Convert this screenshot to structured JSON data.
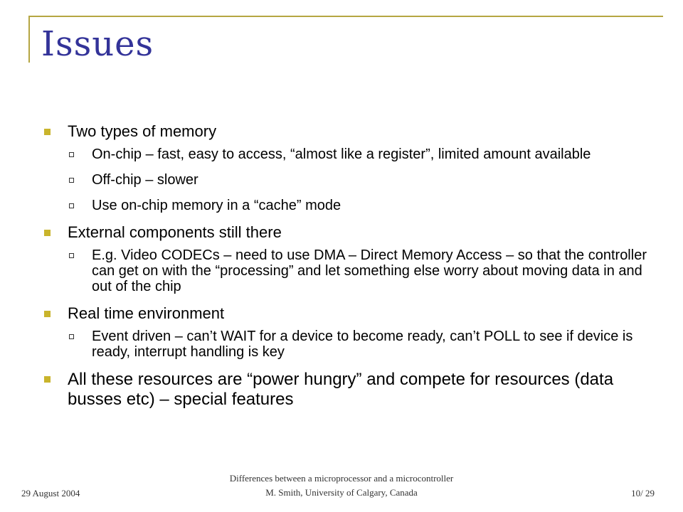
{
  "slide": {
    "title": "Issues",
    "bullets": [
      {
        "text": "Two types of memory",
        "sub": [
          "On-chip – fast, easy to access, “almost like a register”, limited amount available",
          "Off-chip – slower",
          "Use on-chip memory in a “cache” mode"
        ]
      },
      {
        "text": "External components still there",
        "sub": [
          "E.g. Video CODECs – need to use DMA – Direct Memory Access – so that the controller can get on with the “processing” and let something else worry about moving data in and out of the chip"
        ]
      },
      {
        "text": "Real time environment",
        "sub": [
          "Event driven – can’t WAIT for a device to become ready, can’t POLL to see if device is ready, interrupt handling is key"
        ]
      },
      {
        "text": "All these resources are “power hungry” and compete for resources (data busses etc) – special features",
        "sub": []
      }
    ]
  },
  "footer": {
    "date": "29 August 2004",
    "line1": "Differences between a microprocessor and a microcontroller",
    "line2": "M. Smith, University of Calgary, Canada",
    "page": "10/ 29"
  },
  "colors": {
    "accent": "#c9b42c",
    "frame": "#b5a642",
    "title": "#333399"
  }
}
